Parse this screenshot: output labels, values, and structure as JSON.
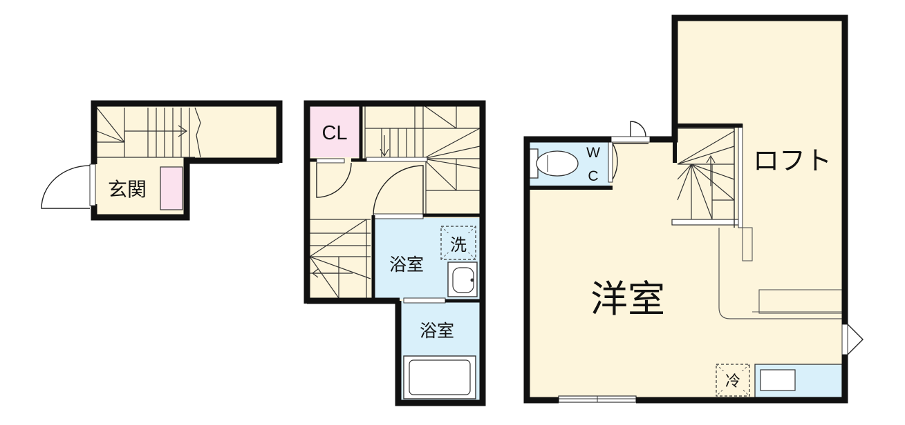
{
  "colors": {
    "floor": "#fdf5dc",
    "water": "#d9f0fa",
    "closet": "#fbe2ee",
    "wall": "#111111",
    "window": "#ffffff"
  },
  "rooms": {
    "entrance": "玄関",
    "closet": "CL",
    "bathroom_upper": "浴室",
    "bathroom_lower": "浴室",
    "washer": "洗",
    "toilet_w": "W",
    "toilet_c": "C",
    "western_room": "洋室",
    "loft": "ロフト",
    "fridge": "冷"
  }
}
